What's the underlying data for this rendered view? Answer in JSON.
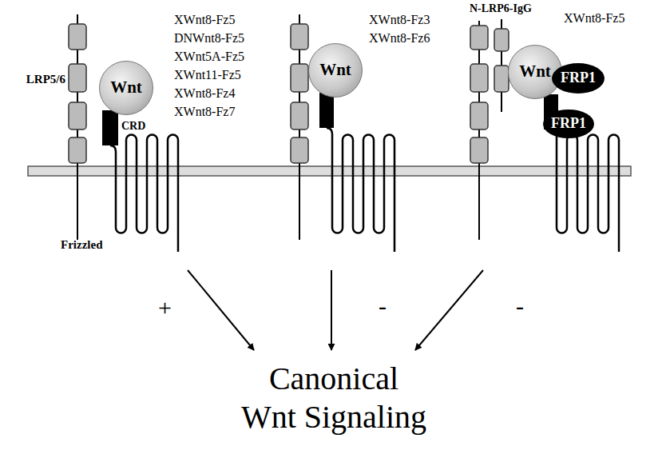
{
  "diagram": {
    "nodes": [
      {
        "text": [
          "Wnt"
        ]
      },
      {
        "text": [
          "Wnt"
        ]
      },
      {
        "text": [
          "Wnt"
        ]
      },
      {
        "text": [
          "FRP1"
        ]
      },
      {
        "text": [
          "FRP1"
        ]
      }
    ],
    "labels": [
      "LRP5/6",
      "CRD",
      "Frizzled",
      "XWnt8-Fz5",
      "DNWnt8-Fz5",
      "XWnt5A-Fz5",
      "XWnt11-Fz5",
      "XWnt8-Fz4",
      "XWnt8-Fz7",
      "XWnt8-Fz3",
      "XWnt8-Fz6",
      "N-LRP6-IgG",
      "XWnt8-Fz5",
      "+",
      "-",
      "-",
      "Canonical",
      "Wnt Signaling"
    ]
  }
}
